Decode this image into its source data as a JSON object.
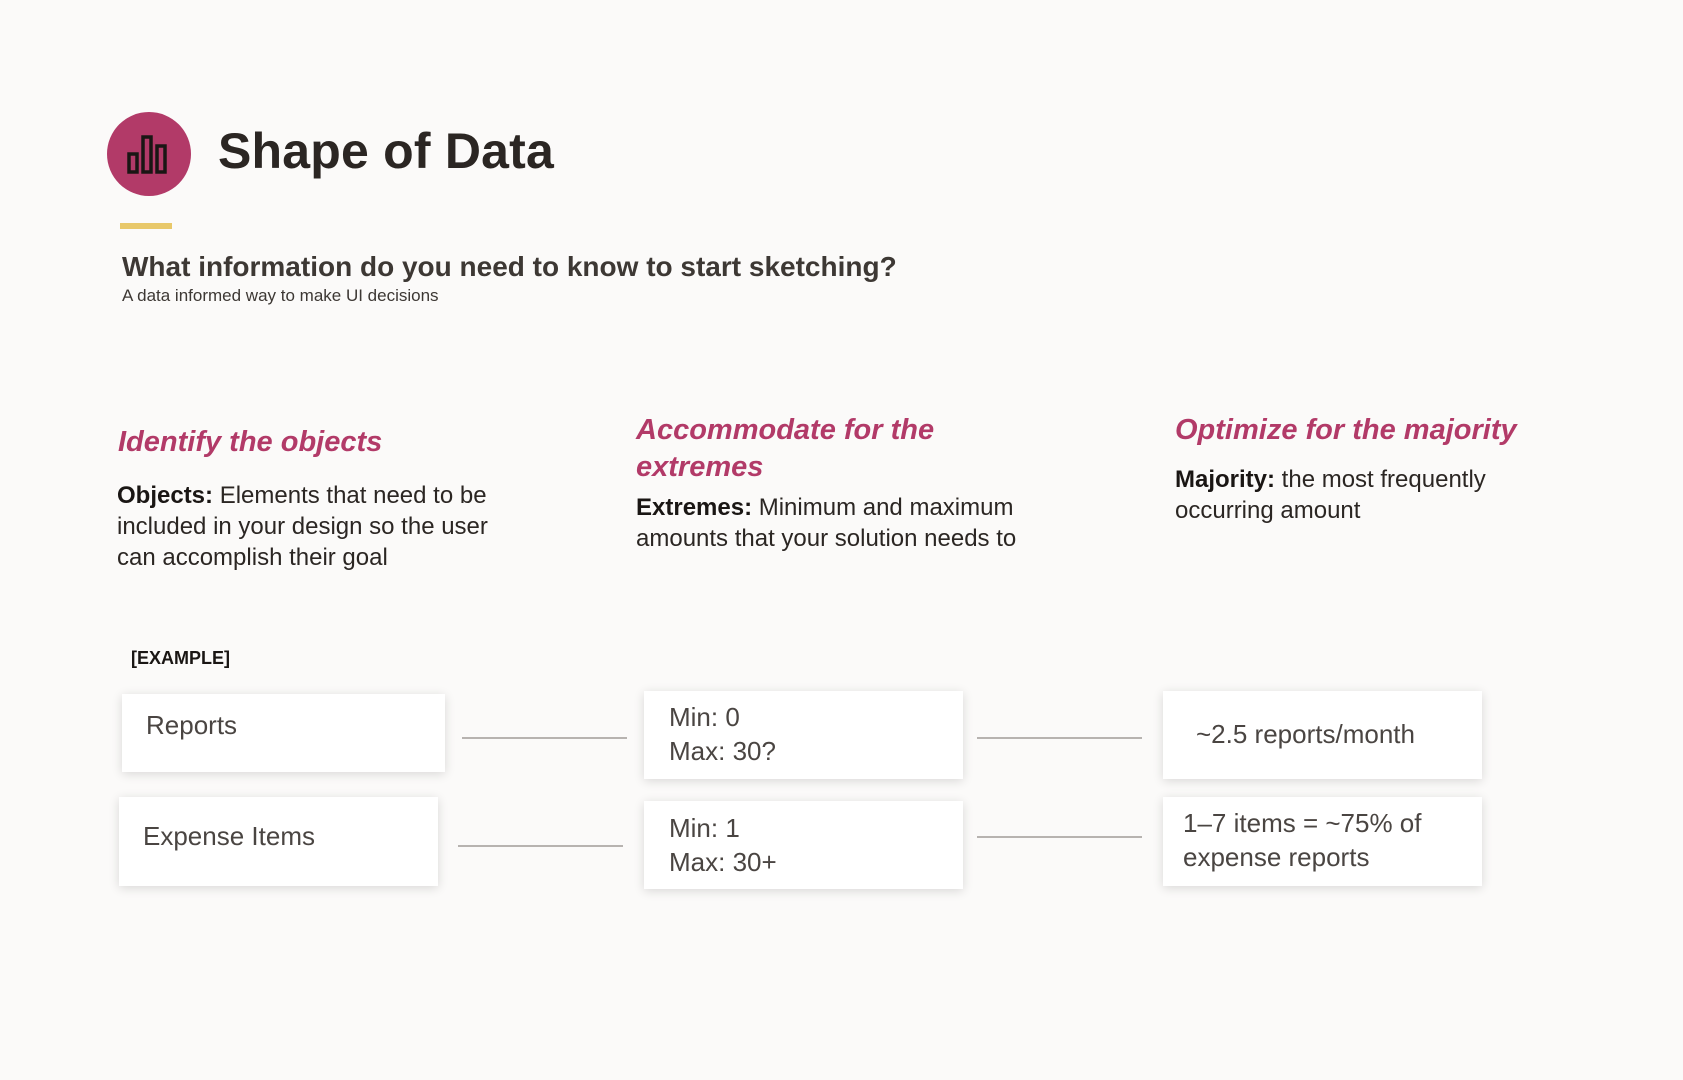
{
  "header": {
    "icon": "bar-chart-icon",
    "title": "Shape of Data",
    "question": "What information do you need to know to start sketching?",
    "subtitle": "A data informed way to make UI decisions"
  },
  "colors": {
    "accent": "#b23a68",
    "underline": "#e8c86a",
    "background": "#fbfaf9"
  },
  "columns": [
    {
      "title": "Identify the objects",
      "term": "Objects:",
      "definition": " Elements that need to be included in your design so the user can accomplish their goal"
    },
    {
      "title": "Accommodate for the extremes",
      "term": "Extremes:",
      "definition": " Minimum and maximum amounts that your solution needs to"
    },
    {
      "title": "Optimize for the majority",
      "term": "Majority:",
      "definition": " the most frequently occurring amount"
    }
  ],
  "example": {
    "label": "[EXAMPLE]",
    "rows": [
      {
        "object": "Reports",
        "extremes": [
          "Min: 0",
          "Max: 30?"
        ],
        "majority": [
          "~2.5 reports/month"
        ]
      },
      {
        "object": "Expense Items",
        "extremes": [
          "Min: 1",
          "Max: 30+"
        ],
        "majority": [
          "1–7 items = ~75% of",
          "expense reports"
        ]
      }
    ]
  }
}
